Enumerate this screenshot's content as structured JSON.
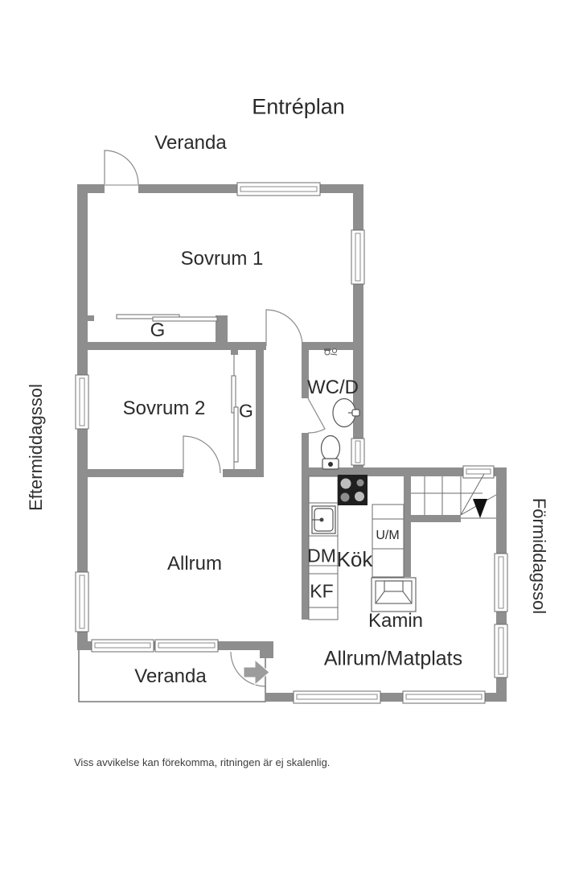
{
  "title": "Entréplan",
  "rooms": {
    "veranda_top": "Veranda",
    "sovrum1": "Sovrum 1",
    "closet1": "G",
    "sovrum2": "Sovrum 2",
    "closet2": "G",
    "wcd": "WC/D",
    "allrum": "Allrum",
    "dm": "DM",
    "kok": "Kök",
    "kf": "KF",
    "um": "U/M",
    "kamin": "Kamin",
    "allrum_matplats": "Allrum/Matplats",
    "veranda_bottom": "Veranda"
  },
  "sun_labels": {
    "left": "Eftermiddagssol",
    "right": "Förmiddagssol"
  },
  "disclaimer": "Viss avvikelse kan förekomma, ritningen är ej skalenlig.",
  "icons": {
    "stairs_direction": "down-arrow",
    "entrance": "right-arrow"
  },
  "colors": {
    "wall": "#8e8e8e",
    "thin_line": "#6b6b6b",
    "fixture_black": "#1f1f1f",
    "entrance_arrow": "#9c9c9c",
    "text": "#2b2b2b"
  }
}
